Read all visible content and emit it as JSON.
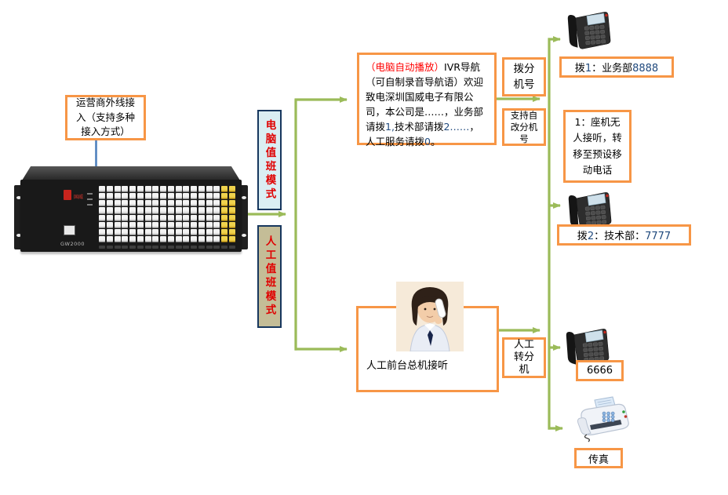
{
  "colors": {
    "accent_green": "#9BBB59",
    "accent_blue": "#4F81BD",
    "accent_orange": "#F79646",
    "navy": "#1F497D",
    "red": "#FF0000"
  },
  "operator_box": {
    "text": "运营商外线接\n入（支持多种\n接入方式）"
  },
  "device": {
    "model": "GW2000",
    "logo_text": "国威",
    "white_columns": 16,
    "yellow_columns": 2,
    "jacks_per_column": 8
  },
  "modes": {
    "computer": "电脑值班模式",
    "manual": "人工值班模式"
  },
  "ivr_box": {
    "segments": [
      {
        "t": "（电脑自动播放）",
        "c": "red"
      },
      {
        "t": "IVR导航（可自制录音导航语）欢迎致电深圳国威电子有限公司，本公司是……，业务部请拨"
      },
      {
        "t": "1,",
        "c": "navy"
      },
      {
        "t": "技术部请拨"
      },
      {
        "t": "2……",
        "c": "navy"
      },
      {
        "t": "，人工服务请拨"
      },
      {
        "t": "0",
        "c": "navy"
      },
      {
        "t": "。"
      }
    ]
  },
  "dial_ext_box": {
    "text": "拨分\n机号"
  },
  "self_change_box": {
    "text": "支持自\n改分机\n号"
  },
  "ext1_label": {
    "segments": [
      {
        "t": "拨"
      },
      {
        "t": "1",
        "c": "navy"
      },
      {
        "t": "：业务部"
      },
      {
        "t": "8888",
        "c": "navy"
      }
    ]
  },
  "forward_box": {
    "text": "1：座机无\n人接听，转\n移至预设移\n动电话"
  },
  "ext2_label": {
    "segments": [
      {
        "t": "拨"
      },
      {
        "t": "2",
        "c": "navy"
      },
      {
        "t": "：技术部："
      },
      {
        "t": "7777",
        "c": "navy"
      }
    ]
  },
  "receptionist_box": {
    "text": "人工前台总机接听"
  },
  "manual_transfer_box": {
    "text": "人工\n转分\n机"
  },
  "ext3_label": {
    "text": "6666"
  },
  "fax_label": {
    "text": "传真"
  }
}
